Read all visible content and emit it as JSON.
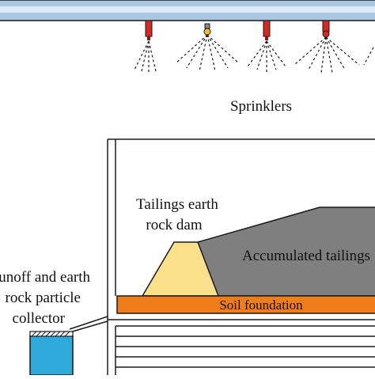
{
  "labels": {
    "sprinklers": "Sprinklers",
    "dam_line1": "Tailings earth",
    "dam_line2": "rock dam",
    "accumulated": "Accumulated tailings",
    "soil": "Soil foundation",
    "collector_line1": "Runoff and earth",
    "collector_line2": "rock particle",
    "collector_line3": "collector"
  },
  "colors": {
    "pipe_outer": "#a9c7e0",
    "pipe_inner": "#ddebf6",
    "sprinkler": "#d42a23",
    "nozzle_tip": "#f5c022",
    "dam": "#fbe08b",
    "tailings": "#7f7f7f",
    "soil": "#ef7d1a",
    "water": "#2fa9d9",
    "outline": "#1a1a1a"
  },
  "sprinkler_icons": [
    "sprinkler-icon",
    "sprinkler-icon",
    "sprinkler-icon",
    "sprinkler-icon",
    "sprinkler-icon"
  ]
}
